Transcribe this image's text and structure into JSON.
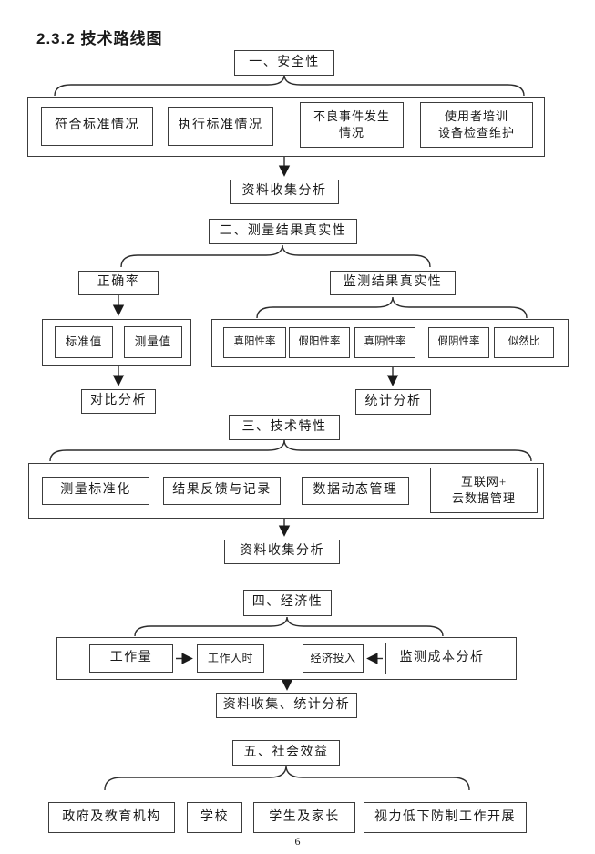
{
  "document": {
    "heading": "2.3.2 技术路线图",
    "page_number": "6"
  },
  "flowchart": {
    "s1": {
      "title": "一、安全性",
      "items": [
        "符合标准情况",
        "执行标准情况",
        "不良事件发生\n情况",
        "使用者培训\n设备检查维护"
      ],
      "result": "资料收集分析"
    },
    "s2": {
      "title": "二、测量结果真实性",
      "left": {
        "title": "正确率",
        "items": [
          "标准值",
          "测量值"
        ],
        "result": "对比分析"
      },
      "right": {
        "title": "监测结果真实性",
        "items": [
          "真阳性率",
          "假阳性率",
          "真阴性率",
          "假阴性率",
          "似然比"
        ],
        "result": "统计分析"
      }
    },
    "s3": {
      "title": "三、技术特性",
      "items": [
        "测量标准化",
        "结果反馈与记录",
        "数据动态管理",
        "互联网+\n云数据管理"
      ],
      "result": "资料收集分析"
    },
    "s4": {
      "title": "四、经济性",
      "items": [
        "工作量",
        "工作人时",
        "经济投入",
        "监测成本分析"
      ],
      "result": "资料收集、统计分析"
    },
    "s5": {
      "title": "五、社会效益",
      "items": [
        "政府及教育机构",
        "学校",
        "学生及家长",
        "视力低下防制工作开展"
      ]
    }
  }
}
